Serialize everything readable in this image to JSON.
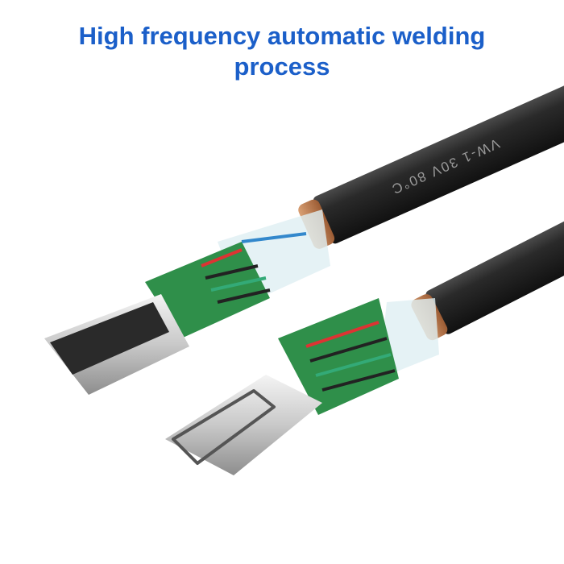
{
  "title": {
    "line1": "High frequency automatic welding",
    "line2": "process"
  },
  "cable_print": {
    "upper": "VW-1   30V   80°C"
  },
  "colors": {
    "title": "#1b5fc9",
    "cable": "#2a2a2a",
    "pcb": "#2f8f4a",
    "shield": "#c4875a"
  }
}
